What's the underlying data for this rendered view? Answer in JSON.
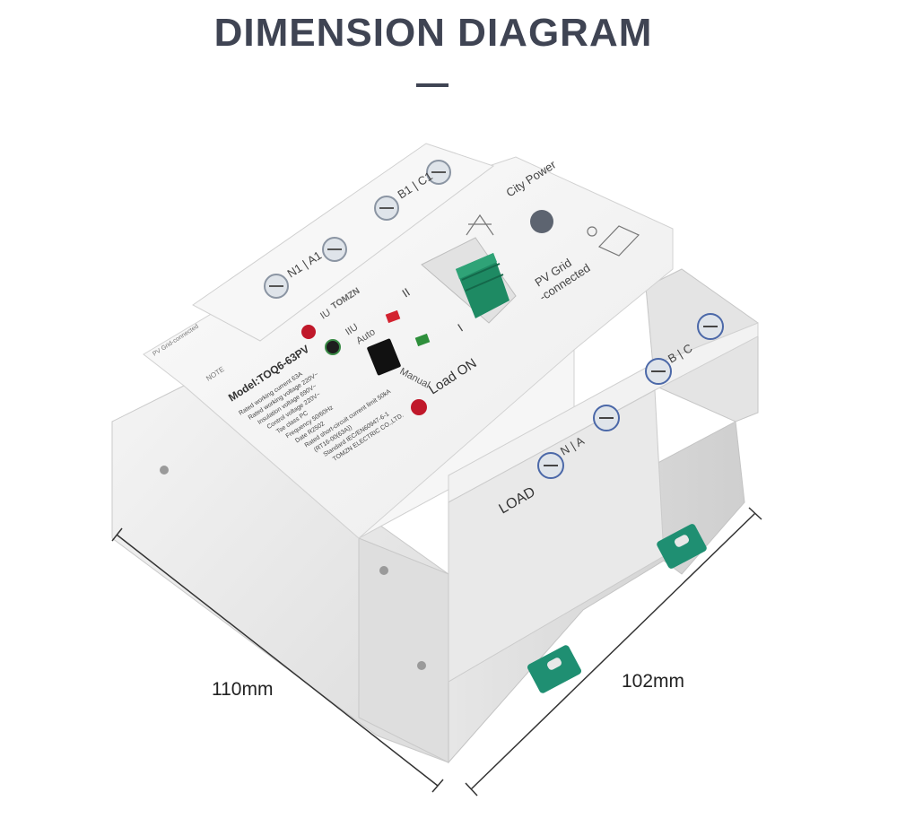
{
  "header": {
    "title": "DIMENSION DIAGRAM"
  },
  "dimensions": {
    "width_label": "110mm",
    "depth_label": "102mm"
  },
  "device": {
    "model": "Model:TOQ6-63PV",
    "brand": "TOMZN",
    "top_terminals_a": "N1 | A1",
    "top_terminals_b": "B1 | C1",
    "right_terminals_b": "B | C",
    "right_terminals_a": "N | A",
    "load_label": "LOAD",
    "city_power": "City Power",
    "pv_grid_line1": "PV Grid",
    "pv_grid_line2": "-connected",
    "pv_small": "PV Grid-connected",
    "note": "NOTE",
    "position_ii": "II",
    "position_i": "I",
    "indicator_iu": "IU",
    "indicator_iiu": "IIU",
    "auto": "Auto",
    "manual": "Manual",
    "load_on": "Load ON",
    "spec_rows": [
      "Rated working current   63A",
      "Rated working voltage   220V~",
      "Insulation voltage      690V~",
      "Control voltage         220V~",
      "Tse class               PC",
      "Frequency               50/60Hz",
      "Date                    R2502",
      "Rated short-circuit current limit  50kA",
      "(RT16-00(63A))",
      "Standard   IEC/EN60947-6-1",
      "TOMZN ELECTRIC CO.,LTD."
    ]
  },
  "colors": {
    "title": "#3f4453",
    "handle": "#1e8a63",
    "clip": "#1f8f72",
    "body": "#eeeeee"
  }
}
